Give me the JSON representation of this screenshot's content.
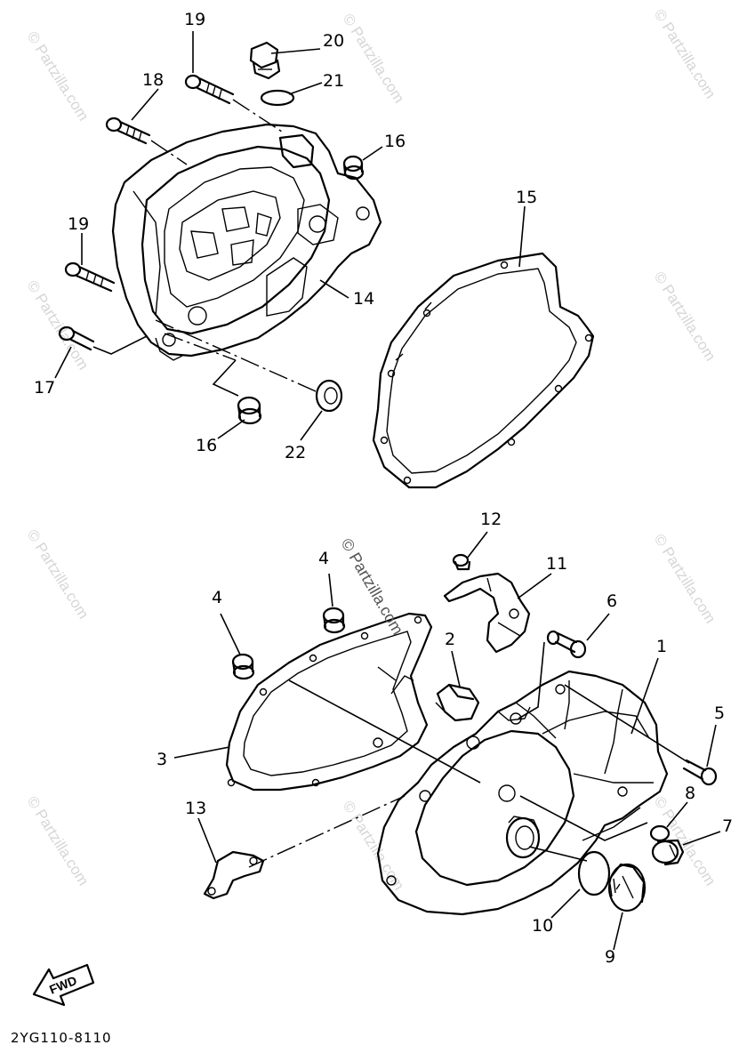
{
  "diagram_code": "2YG110-8110",
  "fwd_label": "FWD",
  "center_watermark": "© Partzilla.com",
  "edge_watermark": "© Partzilla.com",
  "callouts": {
    "c1": "1",
    "c2": "2",
    "c3": "3",
    "c4a": "4",
    "c4b": "4",
    "c5": "5",
    "c6": "6",
    "c7": "7",
    "c8": "8",
    "c9": "9",
    "c10": "10",
    "c11": "11",
    "c12": "12",
    "c13": "13",
    "c14": "14",
    "c15": "15",
    "c16a": "16",
    "c16b": "16",
    "c17": "17",
    "c18": "18",
    "c19a": "19",
    "c19b": "19",
    "c20": "20",
    "c21": "21",
    "c22": "22"
  }
}
